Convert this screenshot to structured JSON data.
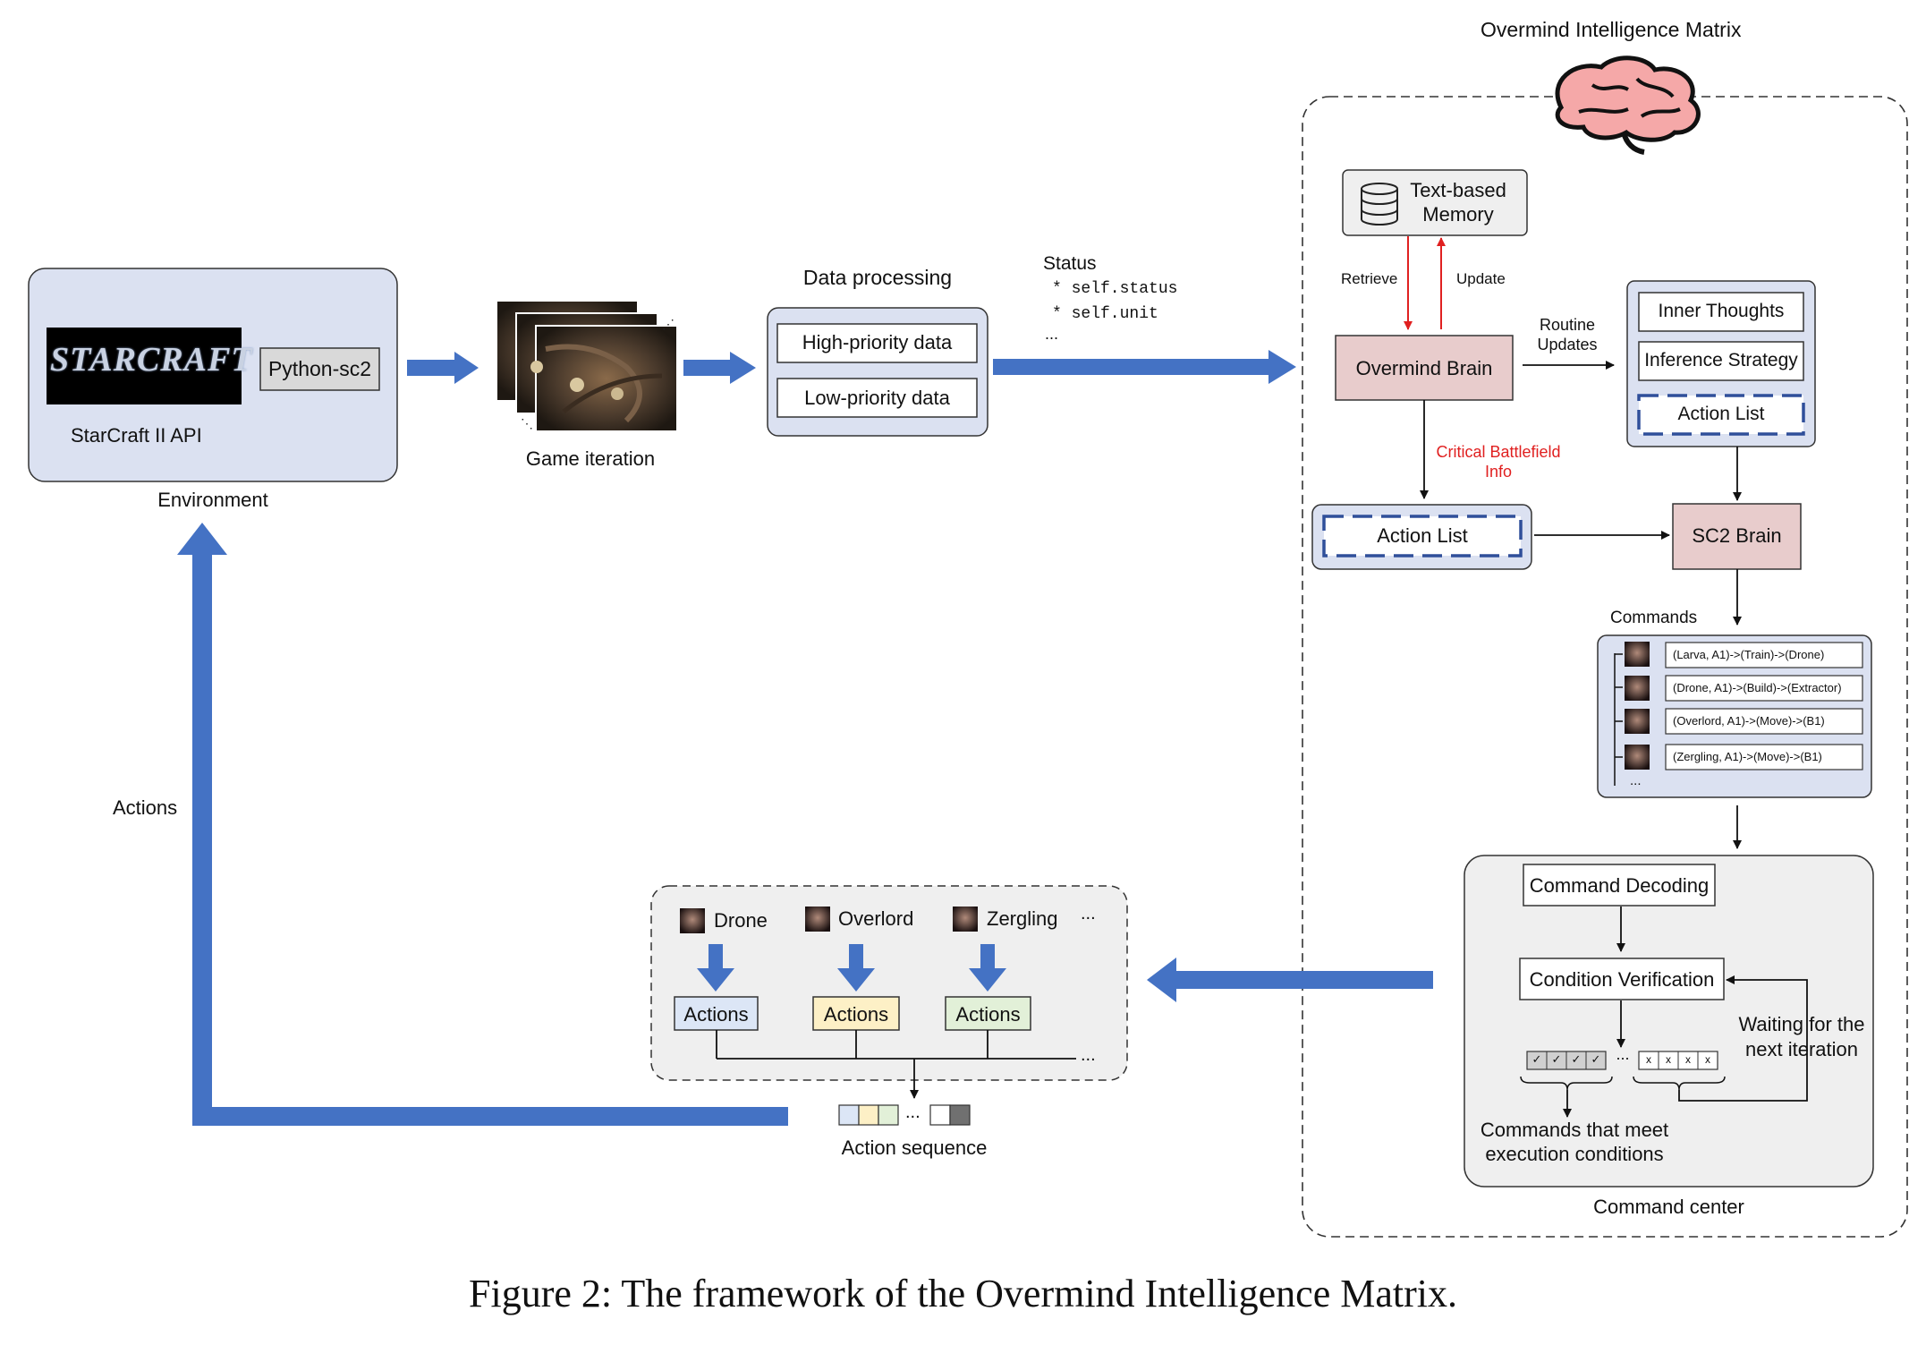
{
  "diagram": {
    "matrix_title": "Overmind Intelligence Matrix",
    "environment": {
      "starcraft_logo": "STARCRAFT",
      "python_sc2": "Python-sc2",
      "api_label": "StarCraft II API",
      "caption": "Environment"
    },
    "game_iteration_label": "Game iteration",
    "data_processing": {
      "title": "Data processing",
      "high": "High-priority data",
      "low": "Low-priority data"
    },
    "status": {
      "title": "Status",
      "line1": "* self.status",
      "line2": "* self.unit",
      "line3": "..."
    },
    "memory": {
      "line1": "Text-based",
      "line2": "Memory"
    },
    "retrieve": "Retrieve",
    "update": "Update",
    "overmind_brain": "Overmind Brain",
    "routine_updates": {
      "line1": "Routine",
      "line2": "Updates"
    },
    "panel": {
      "inner_thoughts": "Inner Thoughts",
      "inference_strategy": "Inference Strategy",
      "action_list": "Action List"
    },
    "critical_info": {
      "line1": "Critical Battlefield",
      "line2": "Info"
    },
    "action_list_left": "Action List",
    "sc2_brain": "SC2 Brain",
    "commands": {
      "title": "Commands",
      "items": [
        "(Larva, A1)->(Train)->(Drone)",
        "(Drone, A1)->(Build)->(Extractor)",
        "(Overlord, A1)->(Move)->(B1)",
        "(Zergling, A1)->(Move)->(B1)"
      ],
      "more": "..."
    },
    "command_center": {
      "decoding": "Command Decoding",
      "verification": "Condition Verification",
      "waiting_line1": "Waiting for the",
      "waiting_line2": "next  iteration",
      "meet_line1": "Commands that meet",
      "meet_line2": "execution conditions",
      "check_mark": "✓",
      "cross_mark": "x",
      "dots": "...",
      "caption": "Command center"
    },
    "units": {
      "drone": "Drone",
      "overlord": "Overlord",
      "zergling": "Zergling",
      "more": "...",
      "actions_label": "Actions"
    },
    "action_sequence": {
      "dots": "...",
      "label": "Action sequence"
    },
    "actions_label": "Actions",
    "figure_caption": "Figure 2: The framework of the Overmind Intelligence Matrix."
  },
  "colors": {
    "accent_blue": "#4472c4",
    "env_fill": "#dbe1f1",
    "brain_fill": "#e8cccc",
    "gray_fill": "#efefef",
    "red": "#e02020",
    "drone_fill": "#dce6f6",
    "overlord_fill": "#fdf0c6",
    "zergling_fill": "#e2f0d8"
  },
  "icons": [
    "database-icon",
    "brain-icon",
    "map-thumbnail",
    "unit-thumbnail"
  ]
}
